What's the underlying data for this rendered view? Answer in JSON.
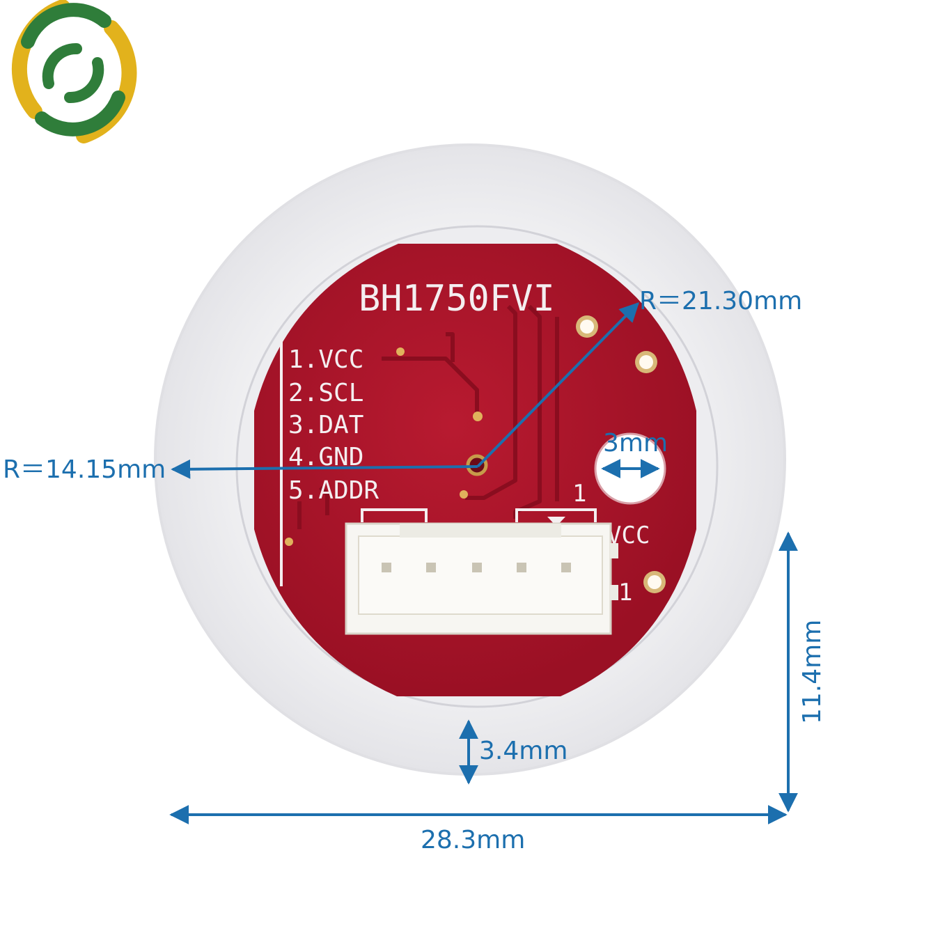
{
  "logo": {
    "name": "brand-logo",
    "colors": {
      "green": "#2f7d3a",
      "gold": "#e2b21c"
    }
  },
  "board": {
    "model": "BH1750FVI",
    "pins": [
      "1.VCC",
      "2.SCL",
      "3.DAT",
      "4.GND",
      "5.ADDR"
    ],
    "pin1_marker": "1",
    "vcc_label": "VCC",
    "lower_label": "1",
    "colors": {
      "pcb": "#a8142a",
      "housing": "#f3f3f5",
      "connector": "#f7f6f2"
    }
  },
  "dimensions": {
    "outer_radius": "R＝21.30mm",
    "inner_radius": "R＝14.15mm",
    "hole": "3mm",
    "height": "11.4mm",
    "step": "3.4mm",
    "width": "28.3mm",
    "color": "#1c6fae"
  }
}
